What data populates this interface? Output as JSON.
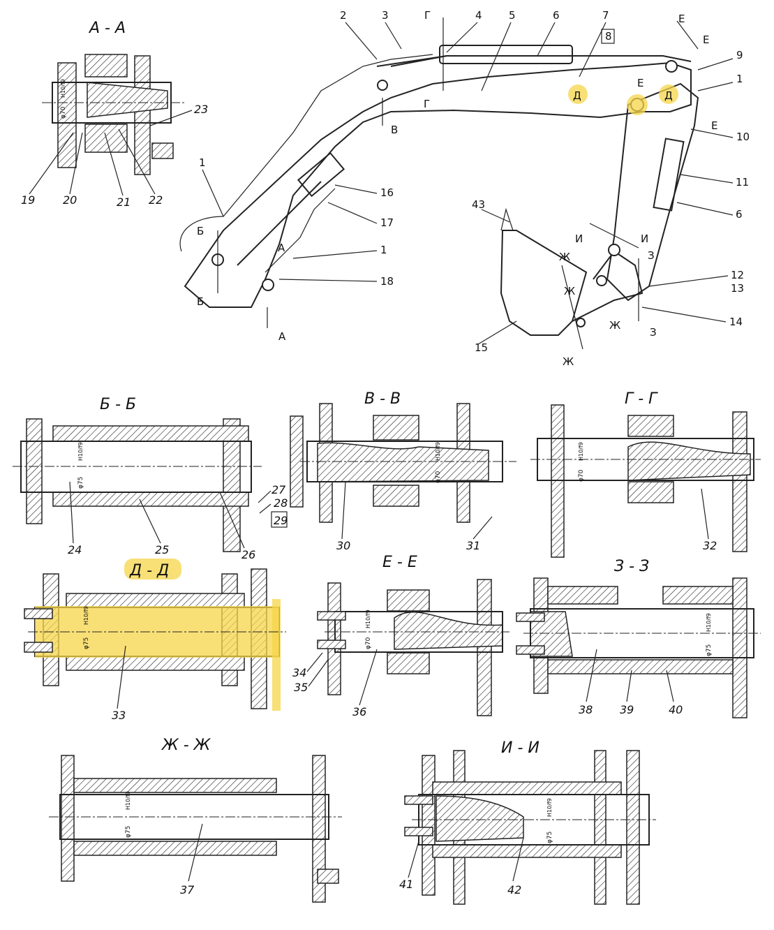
{
  "views": {
    "aa": {
      "title": "А - А",
      "callouts": [
        "19",
        "20",
        "21",
        "22",
        "23"
      ],
      "dim": "φ70",
      "fit": "H10/f9"
    },
    "bb": {
      "title": "Б - Б",
      "callouts": [
        "24",
        "25",
        "26",
        "27",
        "28",
        "29"
      ],
      "dim": "φ75",
      "fit": "H10/f9"
    },
    "vv": {
      "title": "В - В",
      "callouts": [
        "30",
        "31"
      ],
      "dim": "φ70",
      "fit": "H10/f9"
    },
    "gg": {
      "title": "Г - Г",
      "callouts": [
        "32"
      ],
      "dim": "φ70",
      "fit": "H10/f9"
    },
    "dd": {
      "title": "Д - Д",
      "callouts": [
        "33"
      ],
      "dim": "φ75",
      "fit": "H10/f9"
    },
    "ee": {
      "title": "Е - Е",
      "callouts": [
        "34",
        "35",
        "36"
      ],
      "dim": "φ70",
      "fit": "H10/f9"
    },
    "zz": {
      "title": "З - З",
      "callouts": [
        "38",
        "39",
        "40"
      ],
      "dim": "φ75",
      "fit": "H10/f9"
    },
    "zhzh": {
      "title": "Ж - Ж",
      "callouts": [
        "37"
      ],
      "dim": "φ75",
      "fit": "H10/f9"
    },
    "ii": {
      "title": "И - И",
      "callouts": [
        "41",
        "42"
      ],
      "dim": "φ75",
      "fit": "H10/f9"
    }
  },
  "main": {
    "callouts": [
      "1",
      "1",
      "1",
      "1",
      "2",
      "3",
      "4",
      "5",
      "6",
      "6",
      "7",
      "8",
      "9",
      "10",
      "11",
      "12",
      "13",
      "14",
      "15",
      "16",
      "17",
      "18",
      "43"
    ],
    "section_marks": [
      "А",
      "А",
      "Б",
      "Б",
      "В",
      "Г",
      "Г",
      "Д",
      "Д",
      "Е",
      "Е",
      "Е",
      "Е",
      "Ж",
      "Ж",
      "Ж",
      "Ж",
      "З",
      "З",
      "И",
      "И"
    ]
  },
  "colors": {
    "highlight": "#f5d64a",
    "line": "#222222",
    "paper": "#ffffff"
  }
}
